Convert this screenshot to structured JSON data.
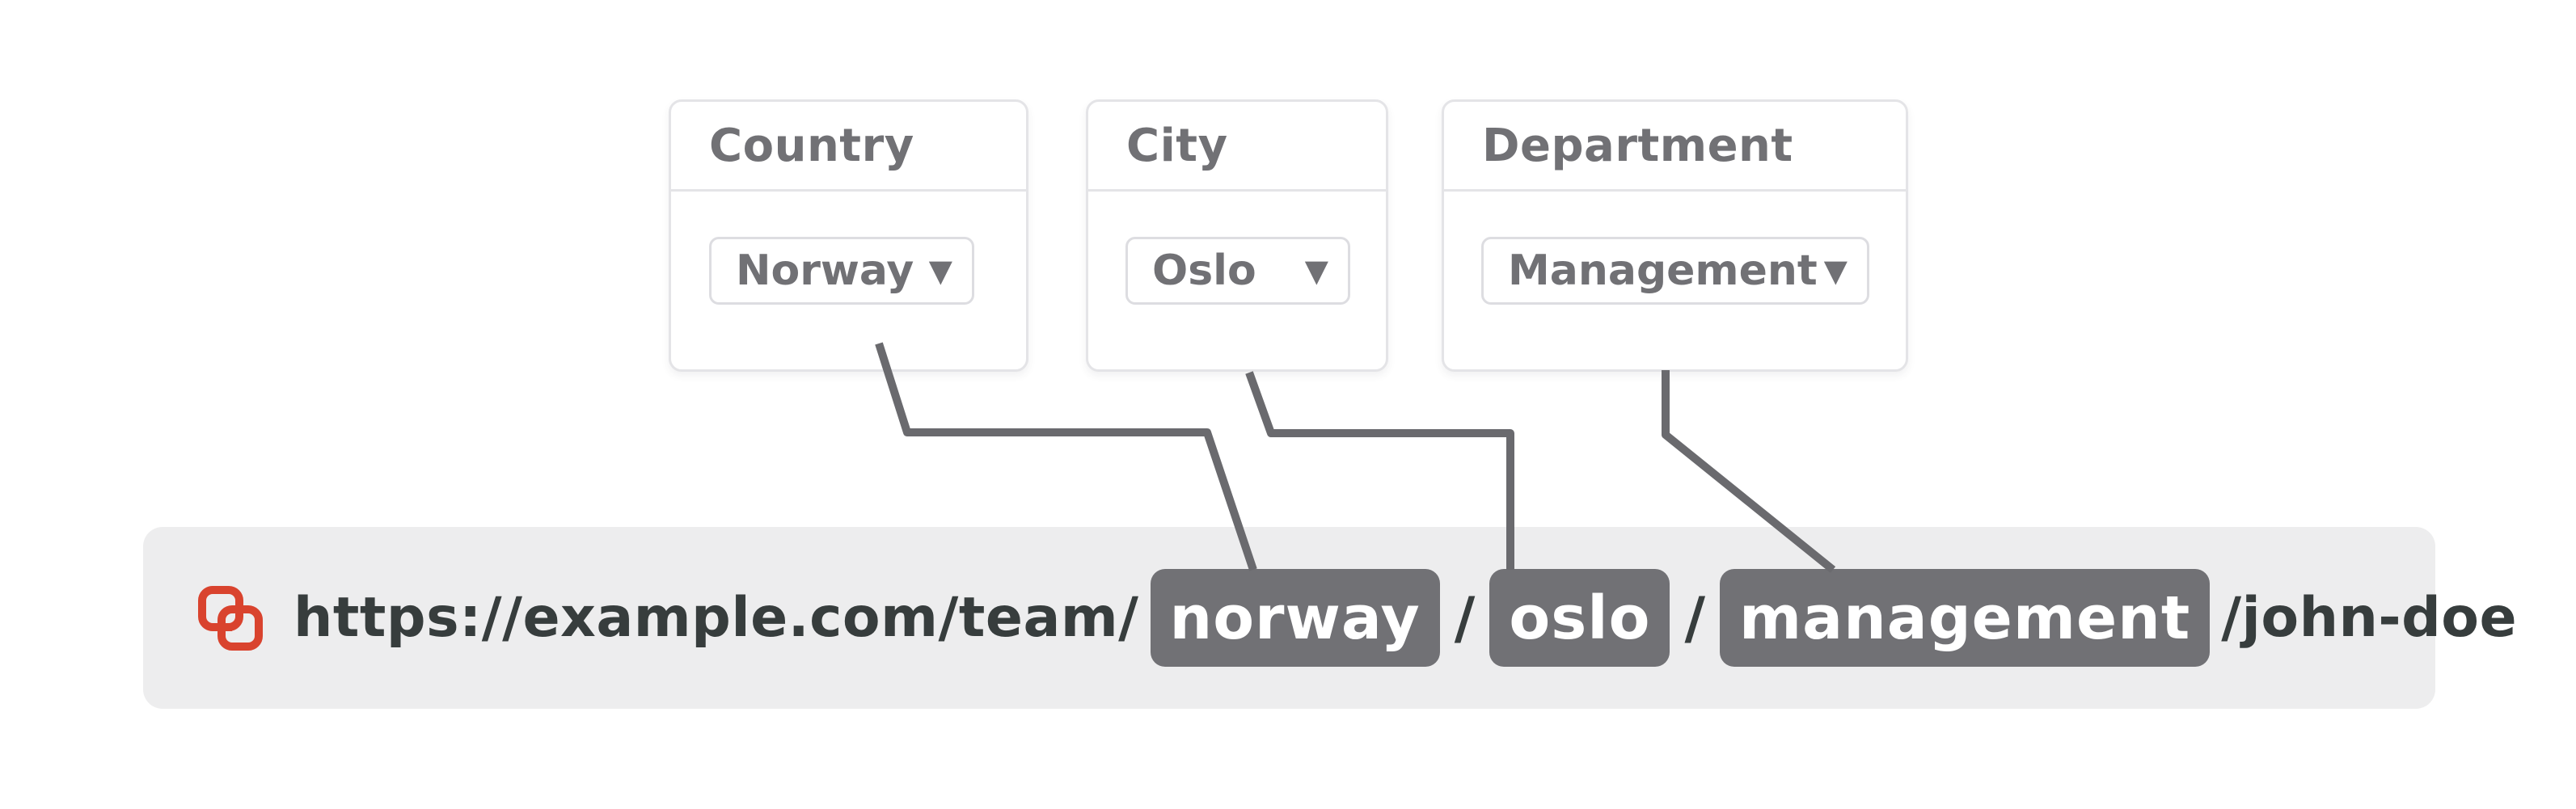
{
  "diagram": {
    "cards": [
      {
        "id": "country",
        "label": "Country",
        "value": "Norway"
      },
      {
        "id": "city",
        "label": "City",
        "value": "Oslo"
      },
      {
        "id": "department",
        "label": "Department",
        "value": "Management"
      }
    ],
    "dropdown_arrow": "▼",
    "url_bar": {
      "icon": "link-icon",
      "prefix": "https://example.com/team/",
      "segments": [
        {
          "text": "norway",
          "highlighted": true
        },
        {
          "text": "/",
          "highlighted": false
        },
        {
          "text": "oslo",
          "highlighted": true
        },
        {
          "text": "/",
          "highlighted": false
        },
        {
          "text": "management",
          "highlighted": true
        },
        {
          "text": "/john-doe",
          "highlighted": false
        }
      ]
    },
    "colors": {
      "accent_red": "#d9432e",
      "highlight_box_gray": "#717175",
      "connector_line_gray": "#6a6a6e",
      "url_text_dark": "#373d3d",
      "bar_background": "#ededee",
      "card_border": "#e4e4e7",
      "label_gray": "#717175"
    }
  }
}
